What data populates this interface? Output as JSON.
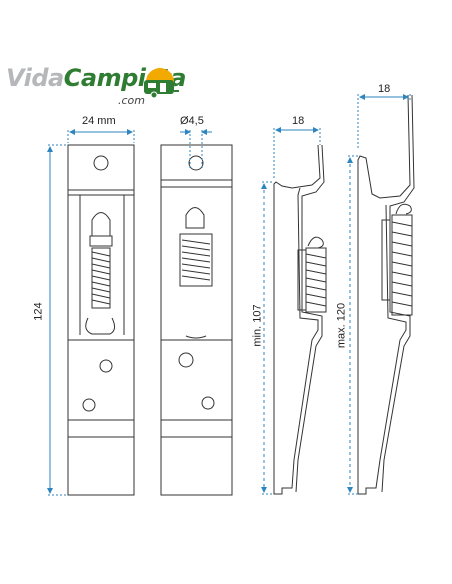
{
  "logo": {
    "brand_part1": "Vida",
    "brand_part2": "Campista",
    "domain": ".com",
    "icon": "caravan-with-sun-icon",
    "colors": {
      "grey": "#b5b7ba",
      "green": "#2e7d32",
      "sun": "#f2a900"
    }
  },
  "dimensions": {
    "width_front": "24 mm",
    "hole_diameter": "Ø4,5",
    "height": "124",
    "depth_min": "18",
    "depth_max": "18",
    "min_length": "min. 107",
    "max_length": "max. 120"
  },
  "colors": {
    "dimension_line": "#2e86c1",
    "outline": "#333333"
  }
}
